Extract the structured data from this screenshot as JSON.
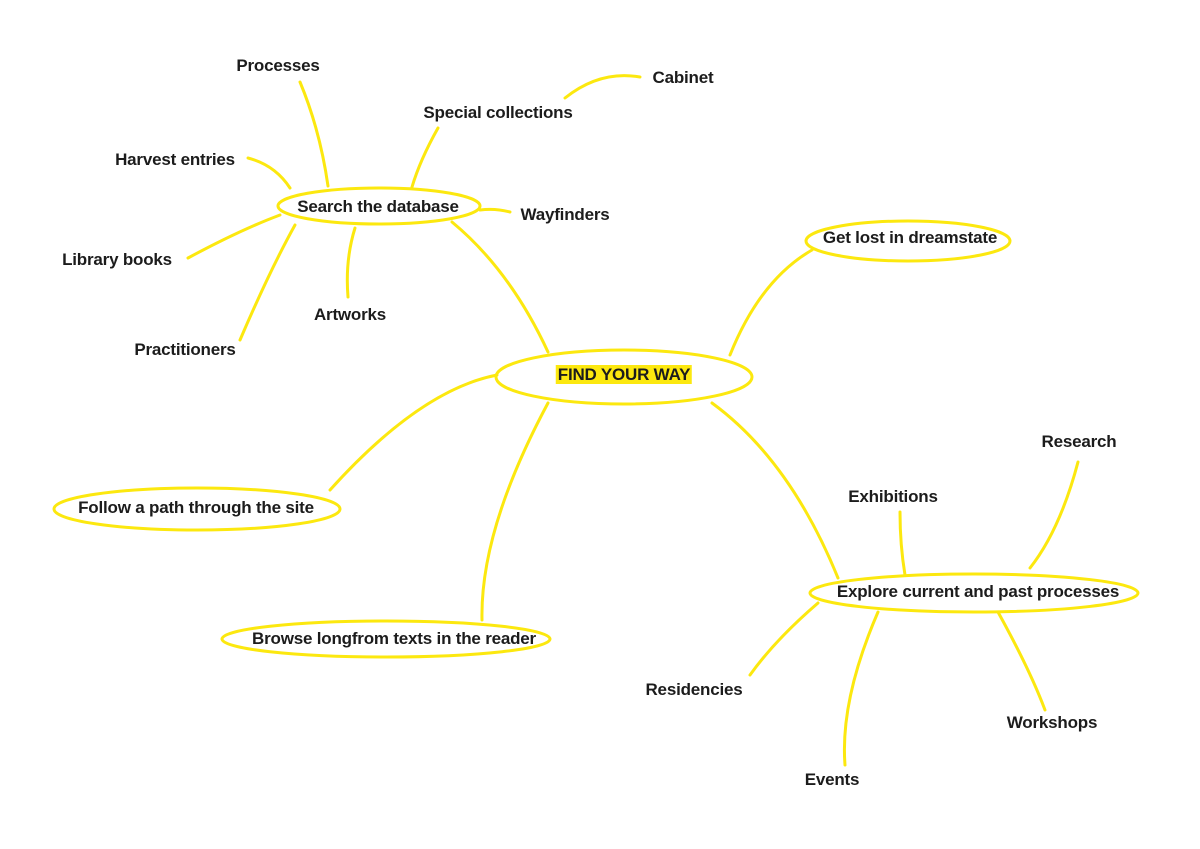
{
  "center": {
    "label": "FIND YOUR WAY"
  },
  "accent_color": "#fce80f",
  "branches": {
    "search": {
      "label": "Search the database",
      "children": [
        "Processes",
        "Special collections",
        "Cabinet",
        "Harvest entries",
        "Wayfinders",
        "Library books",
        "Artworks",
        "Practitioners"
      ]
    },
    "dreamstate": {
      "label": "Get lost in dreamstate"
    },
    "follow": {
      "label": "Follow a path through the site"
    },
    "browse": {
      "label": "Browse longfrom texts in the reader"
    },
    "explore": {
      "label": "Explore current and past processes",
      "children": [
        "Research",
        "Exhibitions",
        "Residencies",
        "Events",
        "Workshops"
      ]
    }
  }
}
